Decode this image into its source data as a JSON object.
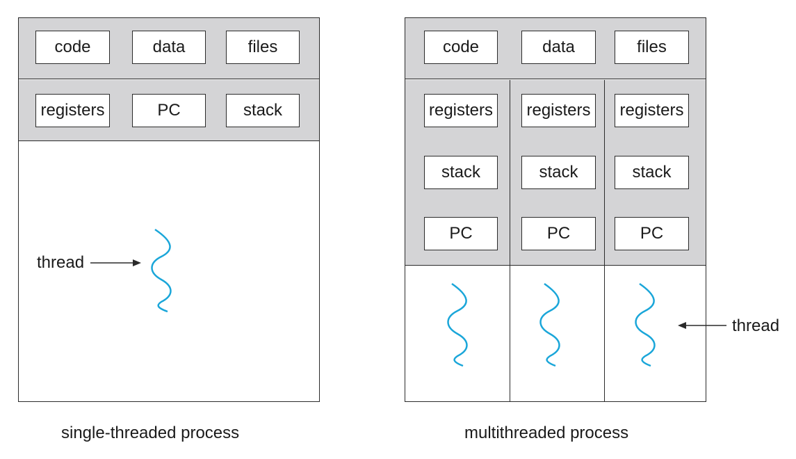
{
  "single": {
    "shared": [
      "code",
      "data",
      "files"
    ],
    "per_thread": [
      "registers",
      "PC",
      "stack"
    ],
    "thread_label": "thread",
    "caption": "single-threaded process"
  },
  "multi": {
    "shared": [
      "code",
      "data",
      "files"
    ],
    "threads": [
      {
        "registers": "registers",
        "stack": "stack",
        "pc": "PC"
      },
      {
        "registers": "registers",
        "stack": "stack",
        "pc": "PC"
      },
      {
        "registers": "registers",
        "stack": "stack",
        "pc": "PC"
      }
    ],
    "thread_label": "thread",
    "caption": "multithreaded process"
  },
  "colors": {
    "thread_wave": "#1aa6d9",
    "region_fill": "#d4d4d6",
    "line": "#2a2a2a"
  }
}
